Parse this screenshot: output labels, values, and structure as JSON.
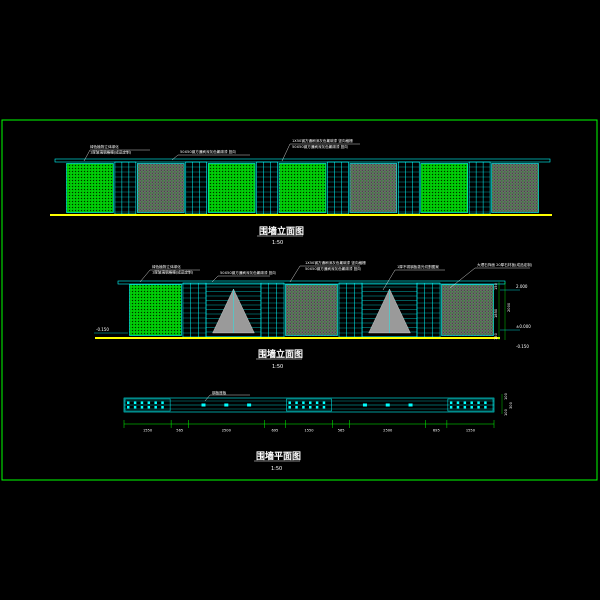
{
  "colors": {
    "background": "#000000",
    "frame": "#00ff00",
    "structure": "#00ffff",
    "panel_green": "#00c000",
    "panel_grey": "#7a7a7a",
    "ground": "#ffff00",
    "text": "#ffffff",
    "dimension": "#00ff00"
  },
  "elevation_1": {
    "title": "围墙立面图",
    "scale": "1:50",
    "panels": [
      "green",
      "slats",
      "grey",
      "slats",
      "green",
      "slats",
      "green",
      "slats",
      "grey",
      "slats",
      "green",
      "slats",
      "grey"
    ],
    "notes": [
      "绿色植物立体绿化",
      "1厚玻璃钢格栅(成品定制)",
      "50X50钢方通刷深灰色氟碳漆 竖向",
      "1X50钢方通刷深灰色氟碳漆 竖向格栅",
      "50X50钢方通刷深灰色氟碳漆 竖向"
    ]
  },
  "elevation_2": {
    "title": "围墙立面图",
    "scale": "1:50",
    "panels": [
      "green",
      "slats",
      "tree",
      "slats",
      "grey",
      "slats",
      "tree",
      "slats",
      "grey"
    ],
    "notes": [
      "绿色植物立体绿化",
      "1厚玻璃钢格栅(成品定制)",
      "50X50钢方通刷深灰色氟碳漆 竖向",
      "1X50钢方通刷深灰色氟碳漆 竖向格栅",
      "50X50钢方通刷深灰色氟碳漆 竖向",
      "1厚不锈钢板激光切割图案",
      "大理石饰面 20厚石材板(成品定制)"
    ],
    "levels": {
      "left": "-0.150",
      "top": "2.000",
      "ground": "±0.000",
      "bottom": "-0.150"
    },
    "side_dims": [
      "150",
      "1850",
      "2000",
      "1850",
      "150"
    ]
  },
  "plan": {
    "title": "围墙平面图",
    "scale": "1:50",
    "note": "钢板座板",
    "dimensions": [
      "1550",
      "565",
      "2500",
      "695",
      "1550",
      "565",
      "2500",
      "695",
      "1550"
    ],
    "side_dims": [
      "100",
      "300",
      "100"
    ]
  }
}
